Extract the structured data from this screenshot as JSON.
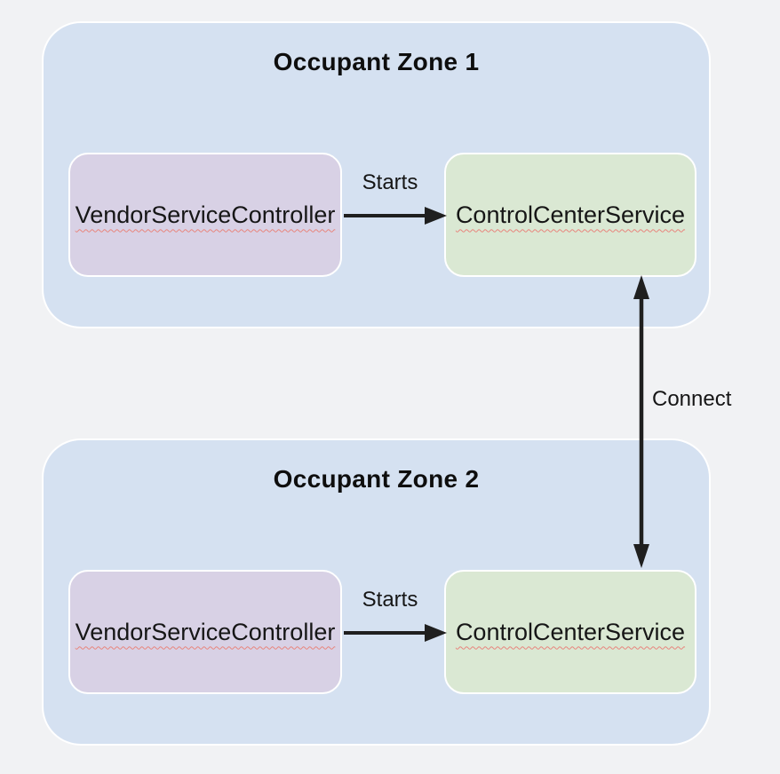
{
  "diagram": {
    "type": "component-connection-diagram",
    "description": "Two occupant zones, each with a VendorServiceController starting a ControlCenterService; the two ControlCenterServices are connected by a bidirectional arrow."
  },
  "zones": [
    {
      "title": "Occupant Zone 1",
      "vendor_box": "VendorServiceController",
      "service_box": "ControlCenterService",
      "arrow_label": "Starts"
    },
    {
      "title": "Occupant Zone 2",
      "vendor_box": "VendorServiceController",
      "service_box": "ControlCenterService",
      "arrow_label": "Starts"
    }
  ],
  "connector": {
    "label": "Connect",
    "style": "double-headed-vertical-arrow"
  },
  "colors": {
    "page_background": "#f1f2f4",
    "zone_fill": "#d5e1f1",
    "vendor_box_fill": "#d8d1e5",
    "service_box_fill": "#dae8d3",
    "box_border": "#ffffff",
    "arrow": "#1f1f1f",
    "title_text": "#0e0e0e",
    "label_text": "#161616",
    "spellcheck_underline": "#e8847c"
  }
}
